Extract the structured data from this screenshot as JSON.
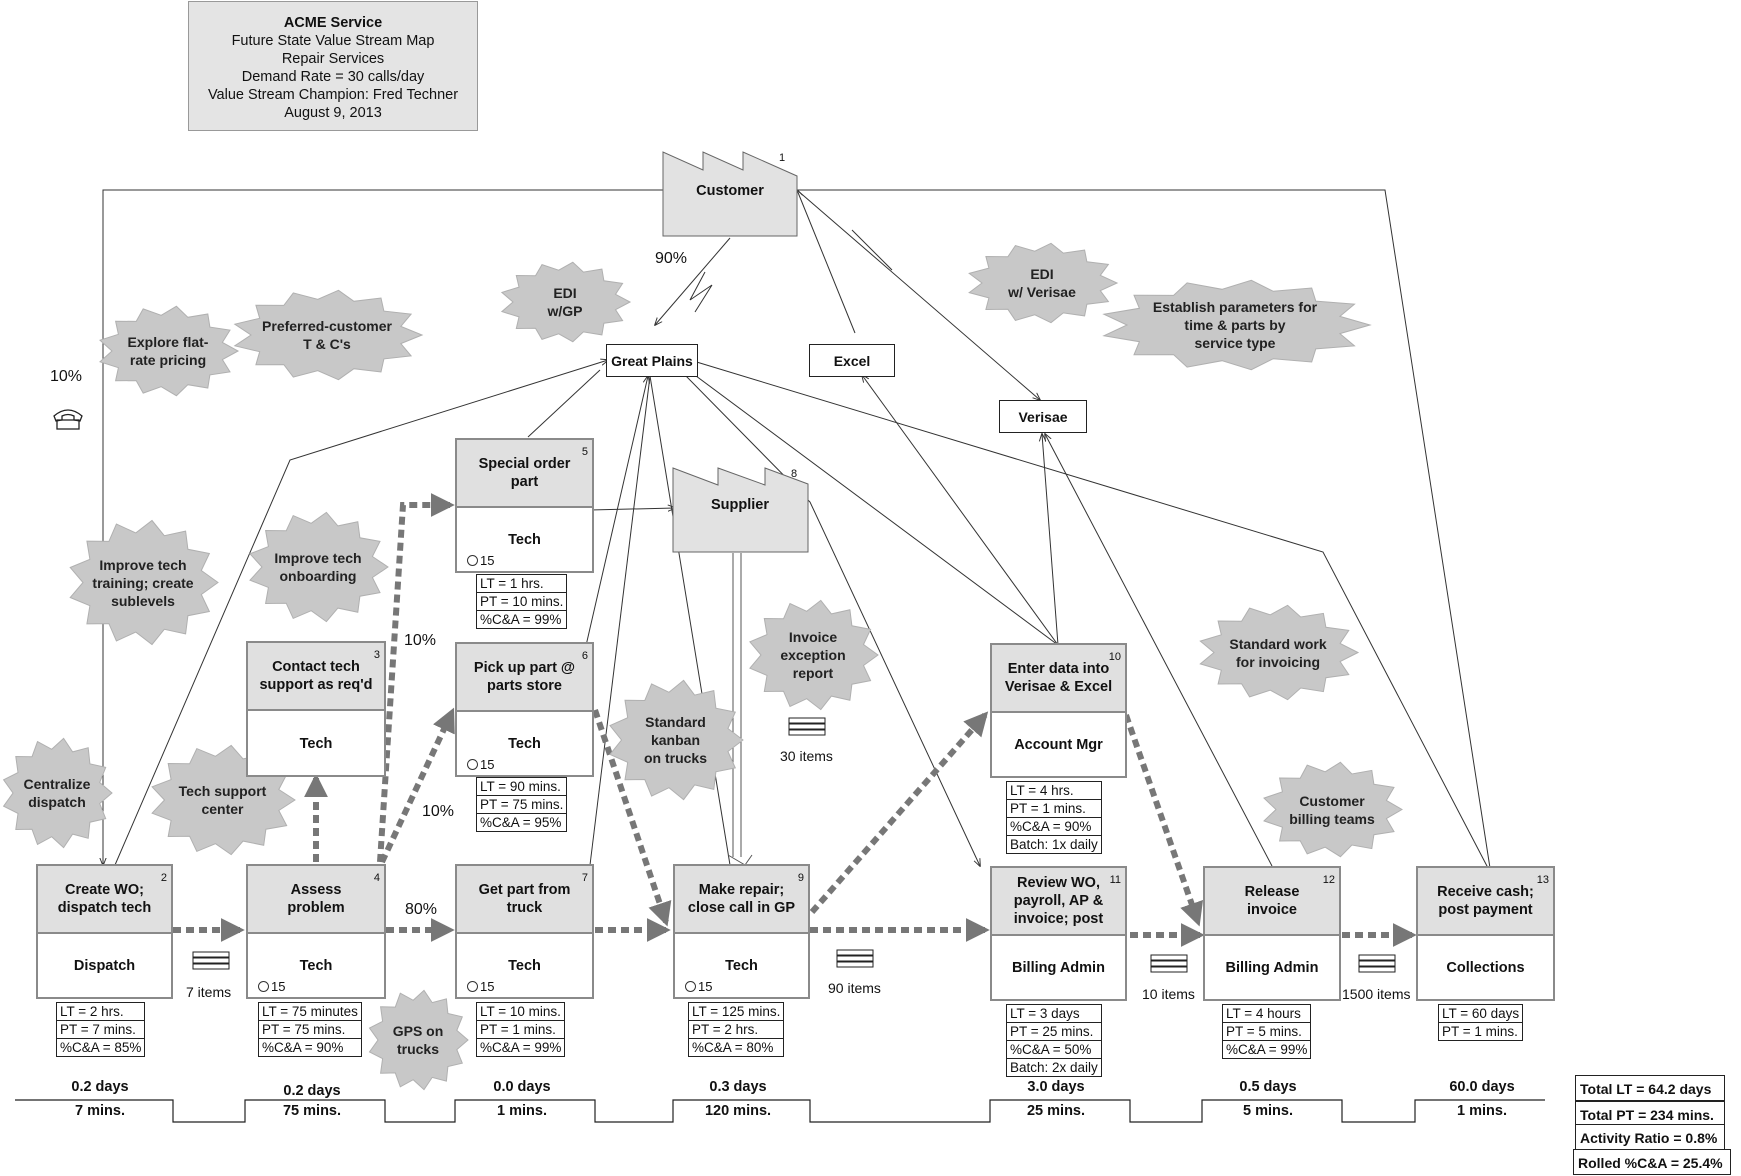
{
  "title_box": {
    "line1": "ACME Service",
    "line2": "Future State Value Stream Map",
    "line3": "Repair Services",
    "line4": "Demand Rate = 30 calls/day",
    "line5": "Value Stream Champion: Fred Techner",
    "line6": "August 9, 2013"
  },
  "customer": {
    "label": "Customer",
    "num": "1"
  },
  "supplier": {
    "label": "Supplier",
    "num": "8"
  },
  "systems": {
    "great_plains": "Great Plains",
    "excel": "Excel",
    "verisae": "Verisae"
  },
  "kaizen": {
    "edi_gp": "EDI\nw/GP",
    "edi_verisae": "EDI\nw/ Verisae",
    "params": "Establish parameters for\ntime & parts by\nservice type",
    "flat_rate": "Explore flat-\nrate pricing",
    "preferred": "Preferred-customer\nT & C's",
    "training": "Improve tech\ntraining; create\nsublevels",
    "onboarding": "Improve tech\nonboarding",
    "invoice_exc": "Invoice\nexception\nreport",
    "kanban": "Standard\nkanban\non trucks",
    "std_work": "Standard work\nfor invoicing",
    "billing_teams": "Customer\nbilling teams",
    "centralize": "Centralize\ndispatch",
    "support_center": "Tech support\ncenter",
    "gps": "GPS on\ntrucks"
  },
  "processes": [
    {
      "num": "2",
      "name": "Create WO;\ndispatch tech",
      "role": "Dispatch",
      "ops": "",
      "data": [
        "LT = 2 hrs.",
        "PT = 7 mins.",
        "%C&A = 85%"
      ]
    },
    {
      "num": "3",
      "name": "Contact tech\nsupport as req'd",
      "role": "Tech",
      "ops": "",
      "data": []
    },
    {
      "num": "4",
      "name": "Assess\nproblem",
      "role": "Tech",
      "ops": "15",
      "data": [
        "LT = 75 minutes",
        "PT = 75 mins.",
        "%C&A = 90%"
      ]
    },
    {
      "num": "5",
      "name": "Special order part",
      "role": "Tech",
      "ops": "15",
      "data": [
        "LT = 1 hrs.",
        "PT = 10 mins.",
        "%C&A = 99%"
      ]
    },
    {
      "num": "6",
      "name": "Pick up part @\nparts store",
      "role": "Tech",
      "ops": "15",
      "data": [
        "LT = 90 mins.",
        "PT = 75 mins.",
        "%C&A = 95%"
      ]
    },
    {
      "num": "7",
      "name": "Get part from\ntruck",
      "role": "Tech",
      "ops": "15",
      "data": [
        "LT = 10 mins.",
        "PT = 1 mins.",
        "%C&A = 99%"
      ]
    },
    {
      "num": "9",
      "name": "Make repair;\nclose call in GP",
      "role": "Tech",
      "ops": "15",
      "data": [
        "LT = 125 mins.",
        "PT = 2 hrs.",
        "%C&A = 80%"
      ]
    },
    {
      "num": "10",
      "name": "Enter data into\nVerisae & Excel",
      "role": "Account Mgr",
      "ops": "",
      "data": [
        "LT = 4 hrs.",
        "PT = 1 mins.",
        "%C&A = 90%",
        "Batch: 1x daily"
      ]
    },
    {
      "num": "11",
      "name": "Review WO,\npayroll, AP &\ninvoice; post",
      "role": "Billing Admin",
      "ops": "",
      "data": [
        "LT = 3 days",
        "PT = 25 mins.",
        "%C&A = 50%",
        "Batch: 2x daily"
      ]
    },
    {
      "num": "12",
      "name": "Release\ninvoice",
      "role": "Billing Admin",
      "ops": "",
      "data": [
        "LT = 4 hours",
        "PT = 5 mins.",
        "%C&A = 99%"
      ]
    },
    {
      "num": "13",
      "name": "Receive cash;\npost payment",
      "role": "Collections",
      "ops": "",
      "data": [
        "LT = 60 days",
        "PT = 1 mins."
      ]
    }
  ],
  "inventory": {
    "inv1": "7 items",
    "inv2": "30 items",
    "inv3": "90 items",
    "inv4": "10 items",
    "inv5": "1500 items"
  },
  "percents": {
    "p90": "90%",
    "p10_phone": "10%",
    "p10_special": "10%",
    "p10_pickup": "10%",
    "p80": "80%"
  },
  "timeline": [
    {
      "lt": "0.2 days",
      "pt": "7 mins."
    },
    {
      "lt": "0.2 days",
      "pt": "75 mins."
    },
    {
      "lt": "0.0 days",
      "pt": "1 mins."
    },
    {
      "lt": "0.3 days",
      "pt": "120 mins."
    },
    {
      "lt": "3.0 days",
      "pt": "25 mins."
    },
    {
      "lt": "0.5 days",
      "pt": "5 mins."
    },
    {
      "lt": "60.0 days",
      "pt": "1 mins."
    }
  ],
  "summary": {
    "total_lt": "Total LT = 64.2 days",
    "total_pt": "Total PT = 234 mins.",
    "activity": "Activity Ratio = 0.8%",
    "rolled": "Rolled %C&A = 25.4%"
  }
}
